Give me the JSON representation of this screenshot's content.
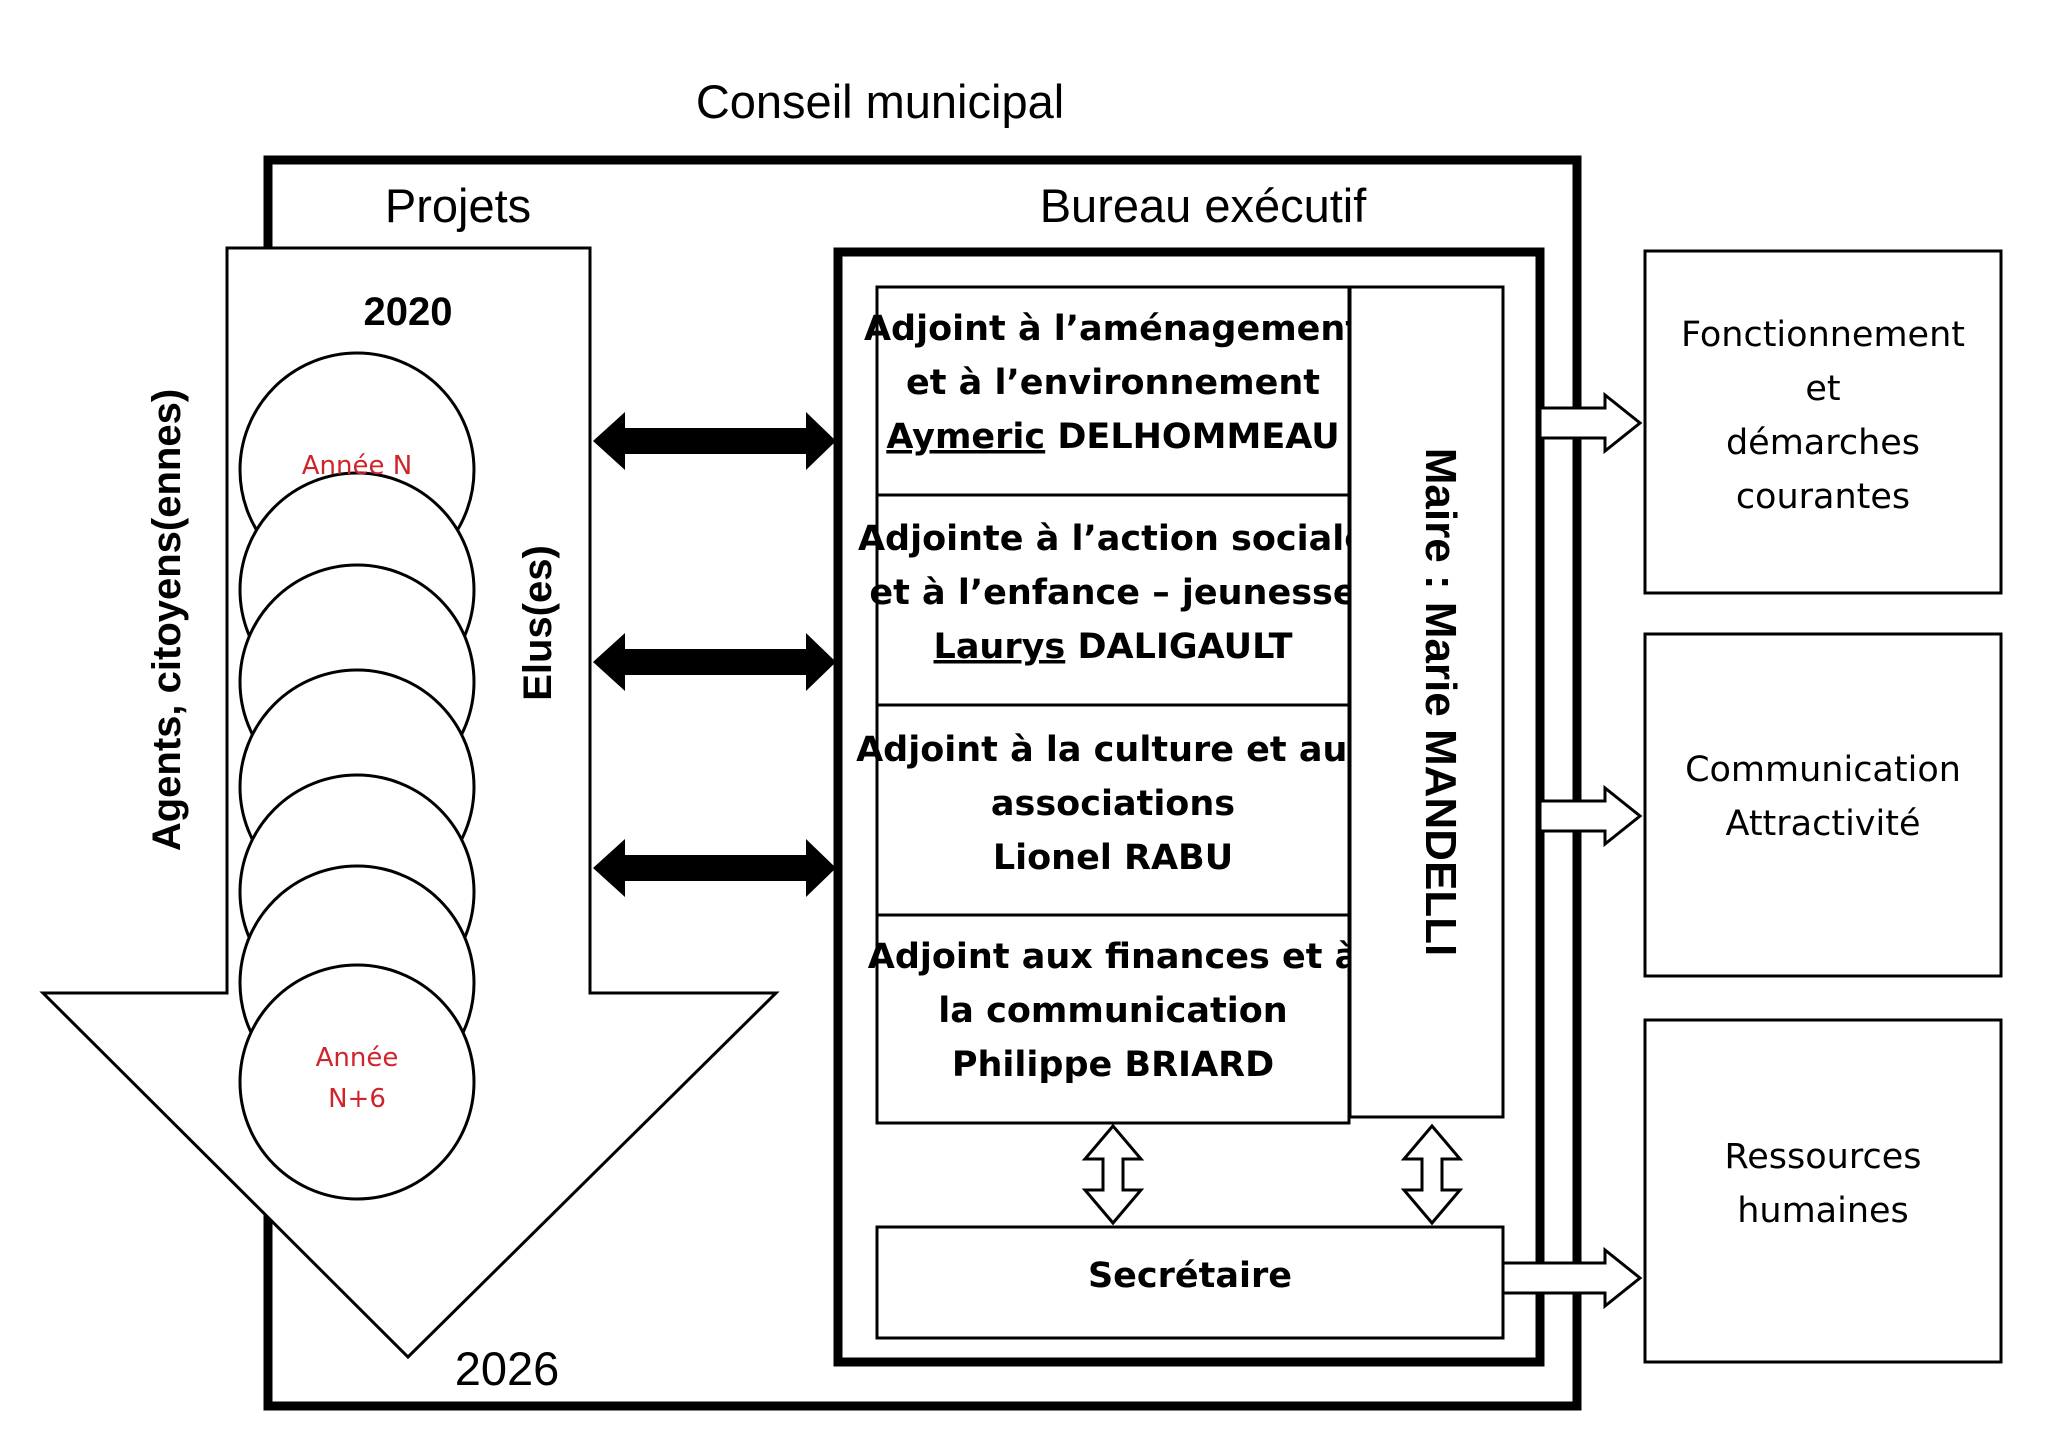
{
  "title": "Conseil municipal",
  "projects": {
    "heading": "Projets",
    "year_start": "2020",
    "year_end": "2026",
    "side_label_left": "Agents, citoyens(ennes)",
    "side_label_right": "Elus(es)",
    "circle_first_label": "Année N",
    "circle_last_label_line1": "Année",
    "circle_last_label_line2": "N+6",
    "circle_label_color": "#d0242b"
  },
  "bureau": {
    "heading": "Bureau exécutif",
    "mayor_label": "Maire : Marie MANDELLI",
    "adjoints": [
      {
        "line1": "Adjoint à l’aménagement",
        "line2": "et à l’environnement",
        "first_name": "Aymeric",
        "last_name": " DELHOMMEAU"
      },
      {
        "line1": "Adjointe à l’action sociale",
        "line2": "et à  l’enfance – jeunesse",
        "first_name": "Laurys",
        "last_name": " DALIGAULT"
      },
      {
        "line1": "Adjoint à la culture et aux",
        "line2": "associations",
        "first_name": "Lionel",
        "last_name": " RABU"
      },
      {
        "line1": "Adjoint aux finances et à",
        "line2": "la communication",
        "first_name": "Philippe",
        "last_name": " BRIARD"
      }
    ],
    "secretary_label": "Secrétaire"
  },
  "services": [
    {
      "lines": [
        "Fonctionnement",
        "et",
        "démarches",
        "courantes"
      ]
    },
    {
      "lines": [
        "Communication",
        "Attractivité"
      ]
    },
    {
      "lines": [
        "Ressources",
        "humaines"
      ]
    }
  ]
}
